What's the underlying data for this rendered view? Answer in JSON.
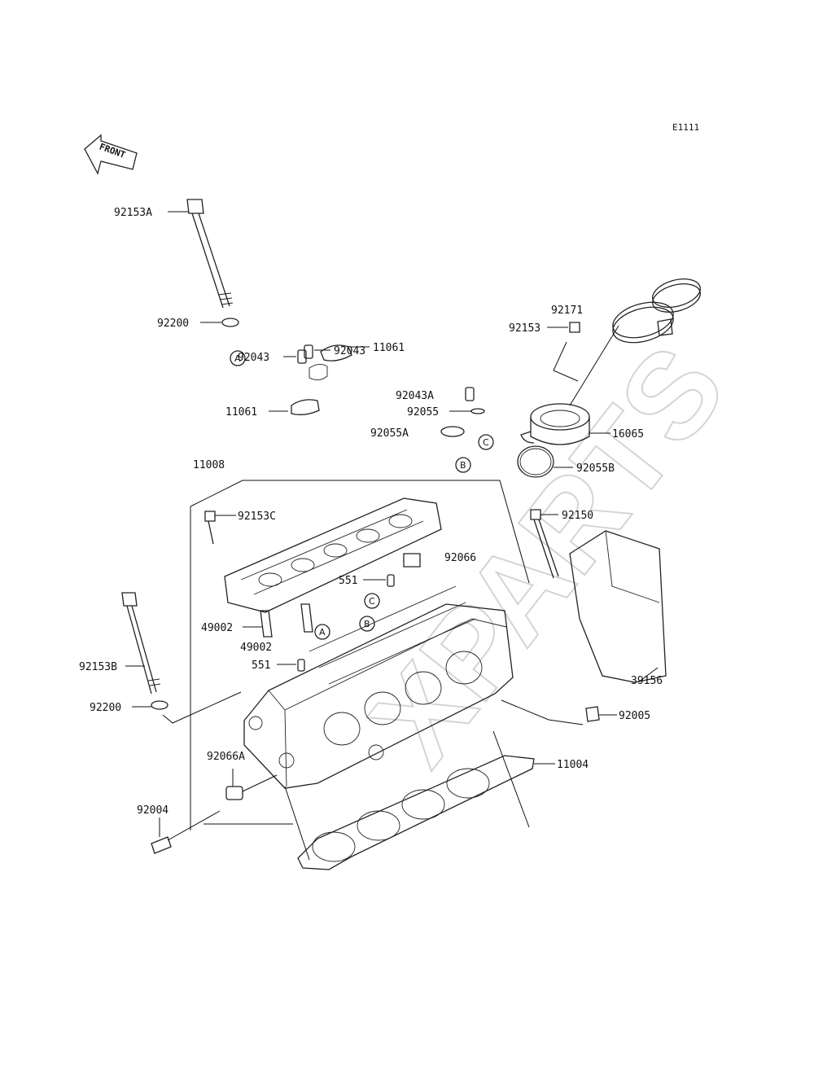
{
  "diagram": {
    "code": "E1111",
    "front_label": "FRONT",
    "watermark": "XPARTS",
    "refs": {
      "a": "A",
      "b": "B",
      "c": "C"
    },
    "parts": {
      "p92153A": "92153A",
      "p92200_top": "92200",
      "p92043_1": "92043",
      "p92043_2": "92043",
      "p11061_1": "11061",
      "p11061_2": "11061",
      "p92043A": "92043A",
      "p92055": "92055",
      "p92055A": "92055A",
      "p92171": "92171",
      "p92153": "92153",
      "p16065": "16065",
      "p92055B": "92055B",
      "p11008": "11008",
      "p92153C": "92153C",
      "p92150": "92150",
      "p92066": "92066",
      "p551_1": "551",
      "p49002_1": "49002",
      "p49002_2": "49002",
      "p551_2": "551",
      "p92153B": "92153B",
      "p92200_bot": "92200",
      "p39156": "39156",
      "p92005": "92005",
      "p92066A": "92066A",
      "p11004": "11004",
      "p92004": "92004"
    }
  }
}
